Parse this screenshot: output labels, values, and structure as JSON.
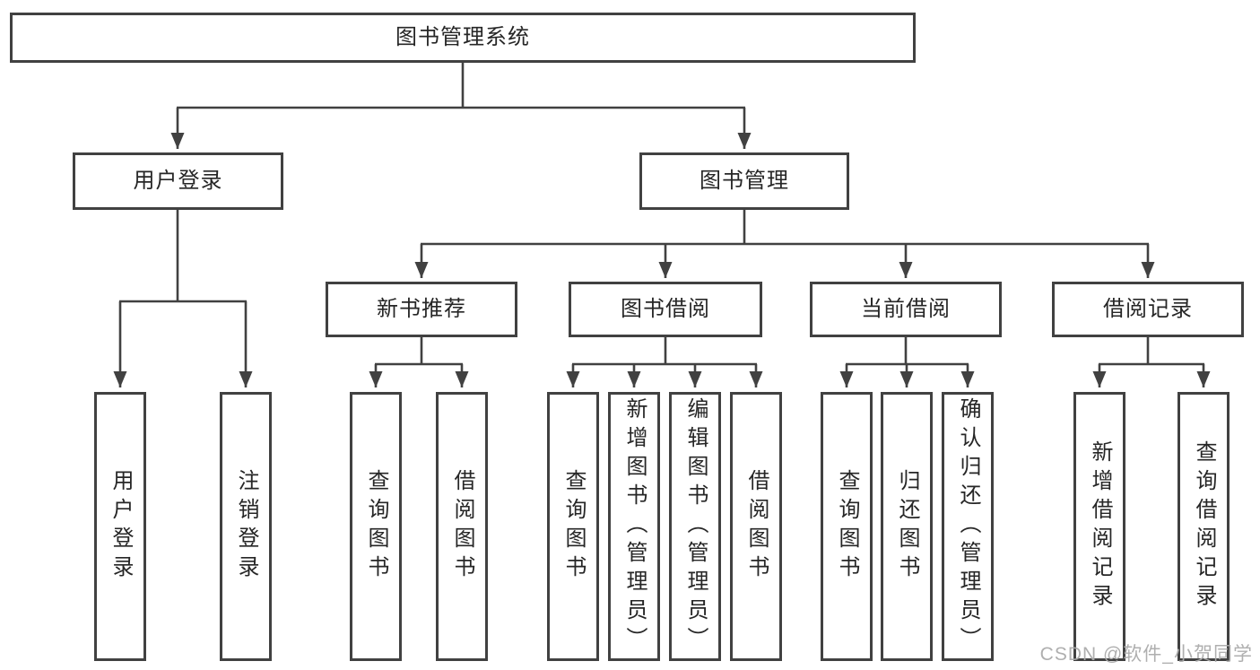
{
  "diagram_title": "图书管理系统",
  "tree": {
    "root": {
      "label": "图书管理系统",
      "children": [
        {
          "label": "用户登录",
          "children": [
            {
              "label": "用户登录"
            },
            {
              "label": "注销登录"
            }
          ]
        },
        {
          "label": "图书管理",
          "children": [
            {
              "label": "新书推荐",
              "children": [
                {
                  "label": "查询图书"
                },
                {
                  "label": "借阅图书"
                }
              ]
            },
            {
              "label": "图书借阅",
              "children": [
                {
                  "label": "查询图书"
                },
                {
                  "label": "新增图书（管理员）"
                },
                {
                  "label": "编辑图书（管理员）"
                },
                {
                  "label": "借阅图书"
                }
              ]
            },
            {
              "label": "当前借阅",
              "children": [
                {
                  "label": "查询图书"
                },
                {
                  "label": "归还图书"
                },
                {
                  "label": "确认归还（管理员）"
                }
              ]
            },
            {
              "label": "借阅记录",
              "children": [
                {
                  "label": "新增借阅记录"
                },
                {
                  "label": "查询借阅记录"
                }
              ]
            }
          ]
        }
      ]
    }
  },
  "watermark": {
    "text": "CSDN @软件_小贺同学"
  },
  "colors": {
    "line": "#414141",
    "box_border": "#414141",
    "box_background": "#ffffff",
    "text": "#262626",
    "watermark": "#ababab",
    "page_background": "#ffffff"
  }
}
